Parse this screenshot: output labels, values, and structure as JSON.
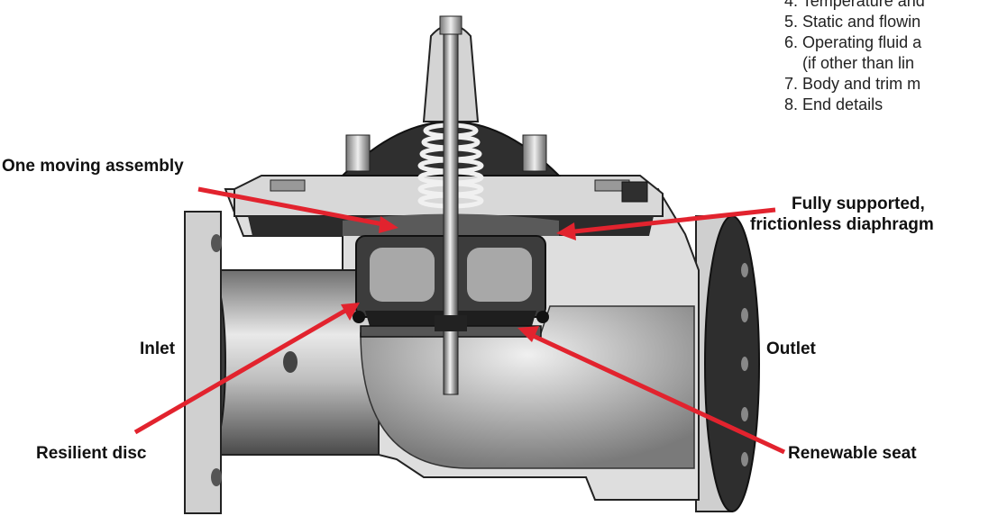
{
  "spec_list": [
    "4. Temperature and",
    "5. Static and flowin",
    "6. Operating fluid a",
    "    (if other than lin",
    "7. Body and trim m",
    "8. End details"
  ],
  "labels": {
    "moving_assembly": "One moving assembly",
    "diaphragm_line1": "Fully supported,",
    "diaphragm_line2": "frictionless diaphragm",
    "inlet": "Inlet",
    "outlet": "Outlet",
    "resilient_disc": "Resilient disc",
    "renewable_seat": "Renewable seat"
  },
  "colors": {
    "callout": "#e2232e",
    "body_light": "#d6d6d6",
    "body_dark": "#3a3a3a"
  }
}
